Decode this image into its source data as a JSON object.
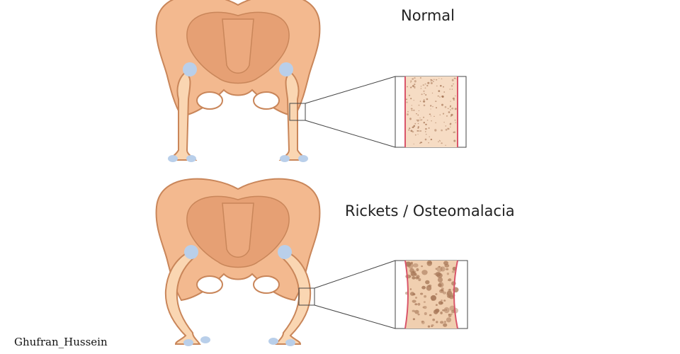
{
  "labels": {
    "normal": "Normal",
    "rickets": "Rickets / Osteomalacia"
  },
  "credit": "Ghufran_Hussein",
  "colors": {
    "bone_fill": "#f3b98f",
    "bone_stroke": "#c9865a",
    "pelvis_inner": "#e6a074",
    "joint": "#b9cfea",
    "femur": "#fad6b2",
    "cortex": "#d9556a",
    "marrow_normal": "#f6dcc4",
    "marrow_rickets": "#f0cfb0",
    "pore": "#a8795a",
    "zoom_line": "#444444"
  }
}
